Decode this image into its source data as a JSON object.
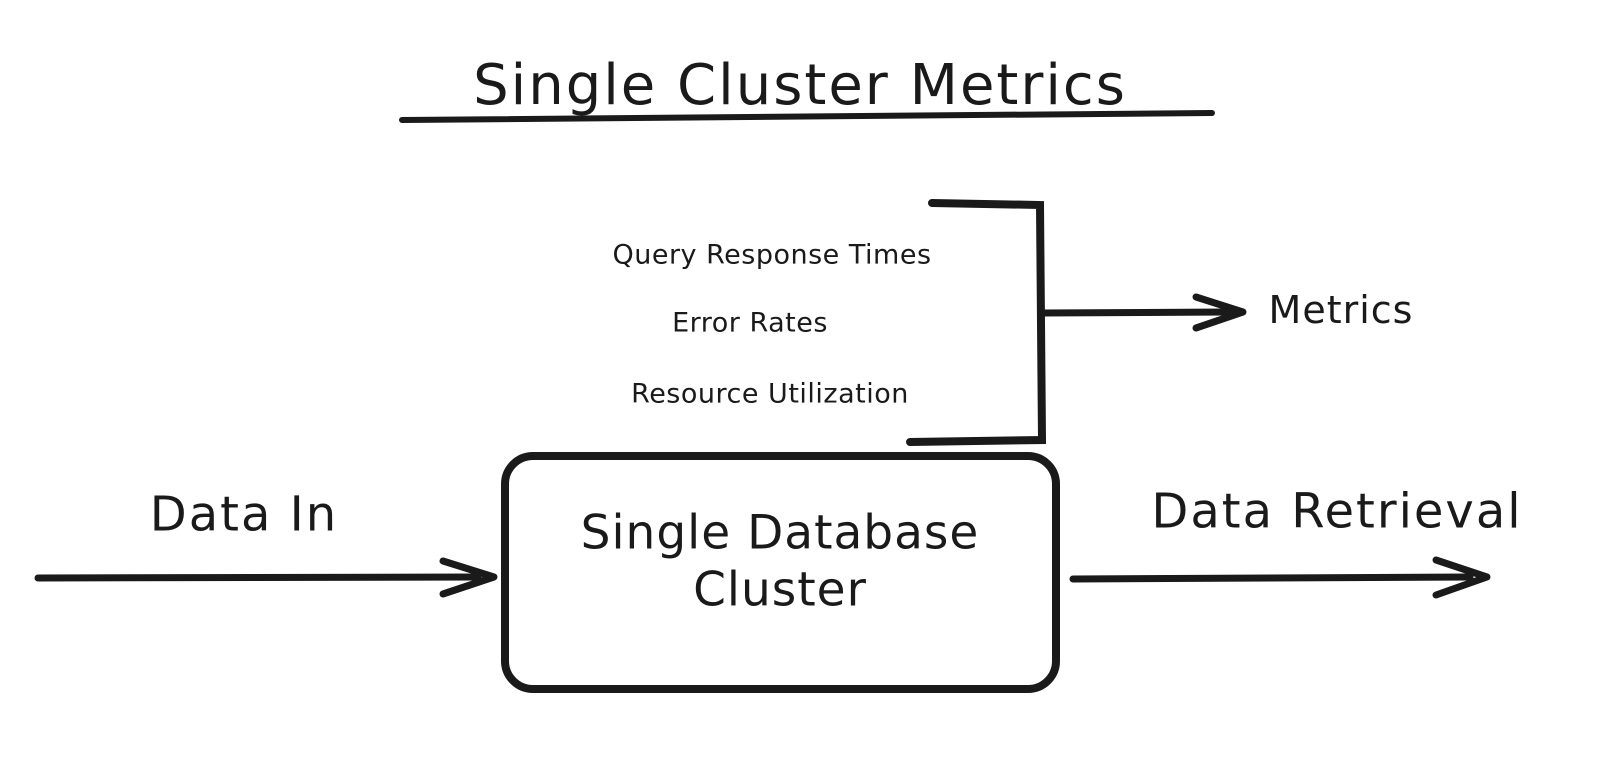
{
  "diagram": {
    "title": "Single Cluster Metrics",
    "title_underlined": true,
    "background_color": "#ffffff",
    "stroke_color": "#1a1a1a",
    "text_color": "#1a1a1a",
    "style": "hand-drawn",
    "node": {
      "label": "Single Database\nCluster",
      "shape": "rounded-rectangle"
    },
    "metrics_list": [
      {
        "label": "Query Response Times"
      },
      {
        "label": "Error Rates"
      },
      {
        "label": "Resource Utilization"
      }
    ],
    "metrics_output_label": "Metrics",
    "edges": [
      {
        "label": "Data In",
        "direction": "right",
        "target": "Single Database Cluster"
      },
      {
        "label": "Data Retrieval",
        "direction": "right",
        "source": "Single Database Cluster"
      },
      {
        "label": "Metrics",
        "direction": "right",
        "source": "metrics-bracket"
      }
    ]
  }
}
